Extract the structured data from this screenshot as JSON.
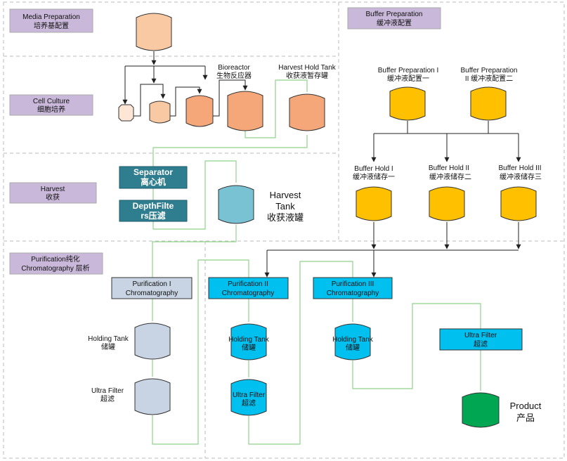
{
  "sections": {
    "media_preparation": [
      "Media Preparation",
      "培养基配置"
    ],
    "buffer_preparation": [
      "Buffer Preparation",
      "缓冲液配置"
    ],
    "cell_culture": [
      "Cell Culture",
      "细胞培养"
    ],
    "harvest": [
      "Harvest",
      "收获"
    ],
    "purification": [
      "Purification纯化",
      "Chromatography 层析"
    ]
  },
  "upstream": {
    "bioreactor": [
      "Bioreactor",
      "生物反应器"
    ],
    "harvest_hold_tank": [
      "Harvest Hold Tank",
      "收获液暂存罐"
    ],
    "separator": [
      "Separator",
      "离心机"
    ],
    "depth_filters": [
      "DepthFilte",
      "rs压滤"
    ],
    "harvest_tank": [
      "Harvest",
      "Tank",
      "收获液罐"
    ]
  },
  "buffers": {
    "prep_1": [
      "Buffer Preparation I",
      "缓冲液配置一"
    ],
    "prep_2": [
      "Buffer Preparation",
      "II 缓冲液配置二"
    ],
    "hold_1": [
      "Buffer Hold I",
      "缓冲液储存一"
    ],
    "hold_2": [
      "Buffer Hold II",
      "缓冲液储存二"
    ],
    "hold_3": [
      "Buffer Hold III",
      "缓冲液储存三"
    ]
  },
  "purification": {
    "chrom_1": [
      "Purification I",
      "Chromatography"
    ],
    "chrom_2": [
      "Purification II",
      "Chromatography"
    ],
    "chrom_3": [
      "Purification III",
      "Chromatography"
    ],
    "holding_tank": [
      "Holding Tank",
      "储罐"
    ],
    "ultra_filter": [
      "Ultra Filter",
      "超滤"
    ],
    "product": [
      "Product",
      "产品"
    ]
  },
  "colors": {
    "section_label": "#c9b8d9",
    "media_tank": "#f9c9a3",
    "culture_tank": "#f5a77a",
    "buffer_tank": "#ffc000",
    "harvest_tank": "#78c2d4",
    "dark_teal": "#2f7e8f",
    "chrom_1_fill": "#c8d4e3",
    "chrom_active": "#00c0f0",
    "product_tank": "#00a651",
    "flow_line": "#8fd18c",
    "dashed_line": "#bbbbbb"
  }
}
